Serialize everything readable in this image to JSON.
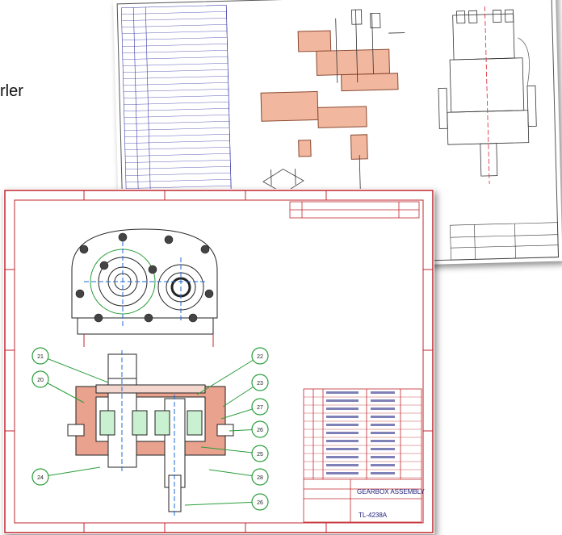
{
  "side_text": "rler",
  "front_sheet": {
    "title": "GEARBOX ASSEMBLY",
    "drawing_no": "TL-4238A",
    "balloons": [
      "21",
      "20",
      "22",
      "23",
      "27",
      "26",
      "25",
      "24",
      "28",
      "26",
      "25"
    ],
    "colors": {
      "border": "#c0272d",
      "geometry": "#222222",
      "leader": "#2a9d3a",
      "center": "#1e6bd6",
      "part": "#e8a28e"
    }
  },
  "back_sheet": {
    "colors": {
      "list": "#3a3aa8",
      "geometry": "#8a4a32",
      "fill": "#f1b79f"
    }
  }
}
